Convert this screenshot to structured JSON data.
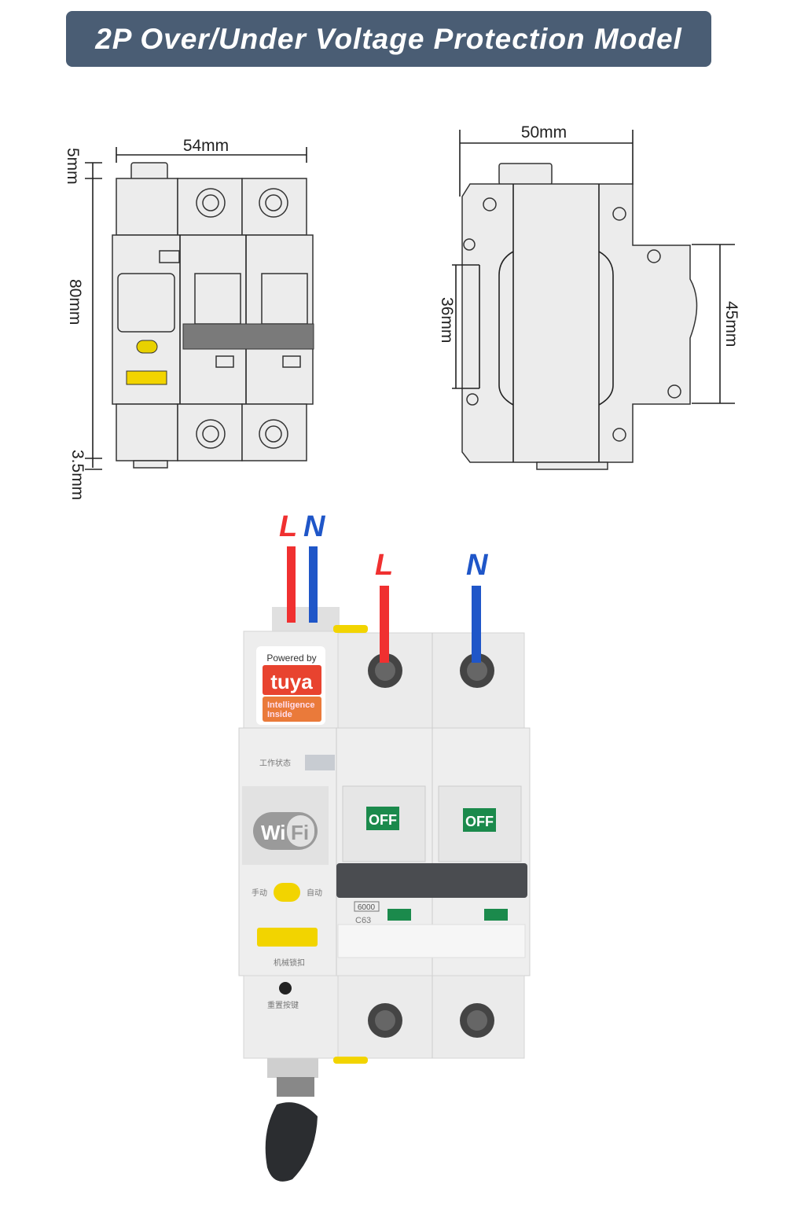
{
  "title": "2P Over/Under Voltage Protection Model",
  "front_view": {
    "width": "54mm",
    "height": "80mm",
    "top_offset": "5mm",
    "bottom_offset": "3.5mm"
  },
  "side_view": {
    "depth": "50mm",
    "din_height": "36mm",
    "front_height": "45mm"
  },
  "wiring": {
    "input_L": "L",
    "input_N": "N",
    "output_L": "L",
    "output_N": "N"
  },
  "device": {
    "badge_powered": "Powered by",
    "badge_brand": "tuya",
    "badge_tag1": "Intelligence",
    "badge_tag2": "Inside",
    "status_label": "工作状态",
    "wifi_left": "Wi",
    "wifi_right": "Fi",
    "manual_label": "手动",
    "auto_label": "自动",
    "lock_label": "机械锁扣",
    "reset_label": "重置按键",
    "switch1": "OFF",
    "switch2": "OFF",
    "rating_box": "6000",
    "rating": "C63"
  },
  "colors": {
    "title_bg": "#4a5d74",
    "live": "#f03030",
    "neutral": "#1f56c8",
    "switch_green": "#1b8a4c",
    "yellow": "#f2d400"
  }
}
